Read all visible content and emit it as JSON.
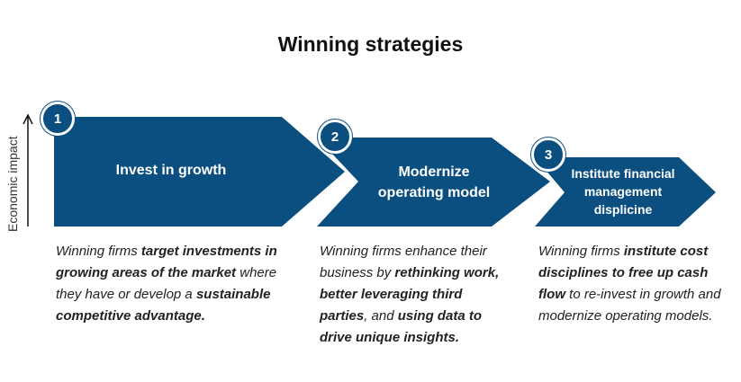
{
  "title": "Winning strategies",
  "y_axis_label": "Economic impact",
  "colors": {
    "chevron": "#0b4f80",
    "text_on_chevron": "#ffffff"
  },
  "steps": [
    {
      "number": "1",
      "label": "Invest in growth",
      "description": [
        {
          "text": "Winning firms ",
          "bold": false
        },
        {
          "text": "target investments in growing areas of the market",
          "bold": true
        },
        {
          "text": " where they have or develop a ",
          "bold": false
        },
        {
          "text": "sustainable competitive advantage.",
          "bold": true
        }
      ]
    },
    {
      "number": "2",
      "label": "Modernize operating model",
      "description": [
        {
          "text": "Winning firms enhance their business by ",
          "bold": false
        },
        {
          "text": "rethinking work, better leveraging third parties",
          "bold": true
        },
        {
          "text": ", and ",
          "bold": false
        },
        {
          "text": "using data to drive unique insights.",
          "bold": true
        }
      ]
    },
    {
      "number": "3",
      "label": "Institute financial management displicine",
      "description": [
        {
          "text": "Winning firms ",
          "bold": false
        },
        {
          "text": "institute cost disciplines to free up cash flow",
          "bold": true
        },
        {
          "text": " to re-invest in growth and modernize operating models.",
          "bold": false
        }
      ]
    }
  ]
}
